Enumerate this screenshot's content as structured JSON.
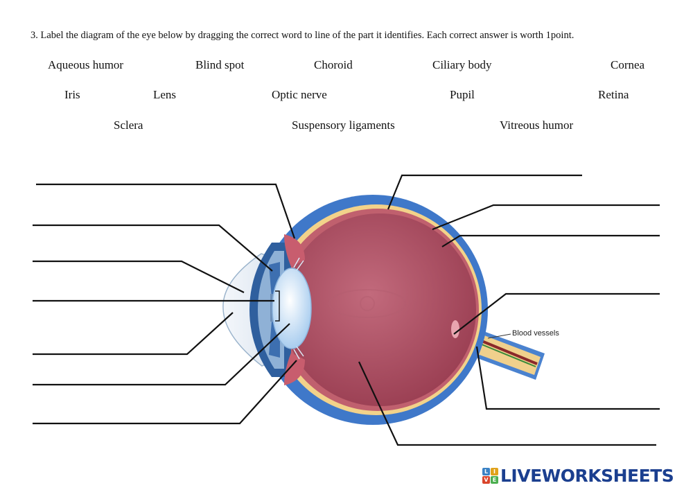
{
  "instruction": "3. Label the diagram of the eye below by dragging the correct word to line of the part it identifies. Each correct answer is worth 1point.",
  "word_bank": [
    "Aqueous humor",
    "Blind spot",
    "Choroid",
    "Ciliary body",
    "Cornea",
    "Iris",
    "Lens",
    "Optic nerve",
    "Pupil",
    "Retina",
    "Sclera",
    "Suspensory ligaments",
    "Vitreous humor"
  ],
  "diagram": {
    "blood_vessels_label": "Blood vessels"
  },
  "brand": {
    "text": "LIVEWORKSHEETS",
    "icon_letters": [
      "L",
      "I",
      "V",
      "E"
    ],
    "colors": {
      "text": "#1b3f8f",
      "icon": [
        "#3b82c4",
        "#e0a21b",
        "#d9452b",
        "#4caf50"
      ]
    }
  },
  "colors": {
    "sclera": "#3f78c9",
    "choroid": "#f2d28a",
    "vitreous": "#a8485c",
    "retina_layer": "#c0606e",
    "optic_nerve": "#f0d08c",
    "lens": "#cfe3f7",
    "leader_line": "#111111"
  }
}
